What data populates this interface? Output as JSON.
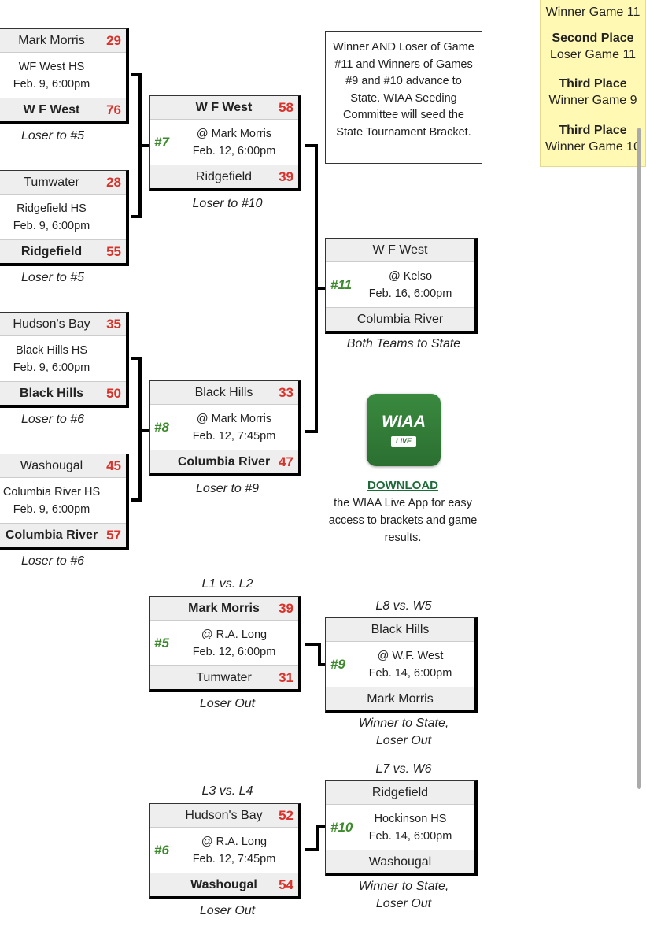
{
  "side_panel": {
    "first": "Winner Game 11",
    "second_title": "Second Place",
    "second_value": "Loser Game 11",
    "third1_title": "Third Place",
    "third1_value": "Winner Game 9",
    "third2_title": "Third Place",
    "third2_value": "Winner Game 10"
  },
  "games": {
    "g1": {
      "top_team": "Mark Morris",
      "top_score": "29",
      "loc": "WF West HS",
      "time": "Feb. 9, 6:00pm",
      "bottom_team": "W F West",
      "bottom_score": "76",
      "note": "Loser to #5"
    },
    "g2": {
      "top_team": "Tumwater",
      "top_score": "28",
      "loc": "Ridgefield HS",
      "time": "Feb. 9, 6:00pm",
      "bottom_team": "Ridgefield",
      "bottom_score": "55",
      "note": "Loser to #5"
    },
    "g3": {
      "top_team": "Hudson's Bay",
      "top_score": "35",
      "loc": "Black Hills HS",
      "time": "Feb. 9, 6:00pm",
      "bottom_team": "Black Hills",
      "bottom_score": "50",
      "note": "Loser to #6"
    },
    "g4": {
      "top_team": "Washougal",
      "top_score": "45",
      "loc": "Columbia River HS",
      "time": "Feb. 9, 6:00pm",
      "bottom_team": "Columbia River",
      "bottom_score": "57",
      "note": "Loser to #6"
    },
    "g7": {
      "num": "#7",
      "top_team": "W F West",
      "top_score": "58",
      "loc": "@ Mark Morris",
      "time": "Feb. 12, 6:00pm",
      "bottom_team": "Ridgefield",
      "bottom_score": "39",
      "note": "Loser to #10"
    },
    "g8": {
      "num": "#8",
      "top_team": "Black Hills",
      "top_score": "33",
      "loc": "@ Mark Morris",
      "time": "Feb. 12, 7:45pm",
      "bottom_team": "Columbia River",
      "bottom_score": "47",
      "note": "Loser to #9"
    },
    "g11": {
      "num": "#11",
      "top_team": "W F West",
      "loc": "@ Kelso",
      "time": "Feb. 16, 6:00pm",
      "bottom_team": "Columbia River",
      "note": "Both Teams to State"
    },
    "g5": {
      "num": "#5",
      "header": "L1 vs. L2",
      "top_team": "Mark Morris",
      "top_score": "39",
      "loc": "@ R.A. Long",
      "time": "Feb. 12, 6:00pm",
      "bottom_team": "Tumwater",
      "bottom_score": "31",
      "note": "Loser Out"
    },
    "g9": {
      "num": "#9",
      "header": "L8 vs. W5",
      "top_team": "Black Hills",
      "loc": "@ W.F. West",
      "time": "Feb. 14, 6:00pm",
      "bottom_team": "Mark Morris",
      "note1": "Winner to State,",
      "note2": "Loser Out"
    },
    "g6": {
      "num": "#6",
      "header": "L3 vs. L4",
      "top_team": "Hudson's Bay",
      "top_score": "52",
      "loc": "@ R.A. Long",
      "time": "Feb. 12, 7:45pm",
      "bottom_team": "Washougal",
      "bottom_score": "54",
      "note": "Loser Out"
    },
    "g10": {
      "num": "#10",
      "header": "L7 vs. W6",
      "top_team": "Ridgefield",
      "loc": "Hockinson HS",
      "time": "Feb. 14, 6:00pm",
      "bottom_team": "Washougal",
      "note1": "Winner to State,",
      "note2": "Loser Out"
    }
  },
  "info_box": "Winner AND Loser of Game #11 and Winners of Games #9 and #10 advance to State. WIAA Seeding Committee will seed the State Tournament Bracket.",
  "app": {
    "logo_text": "WIAA",
    "live_text": "LIVE",
    "download_label": "DOWNLOAD",
    "description": "the WIAA Live App for easy access to brackets and game results."
  }
}
